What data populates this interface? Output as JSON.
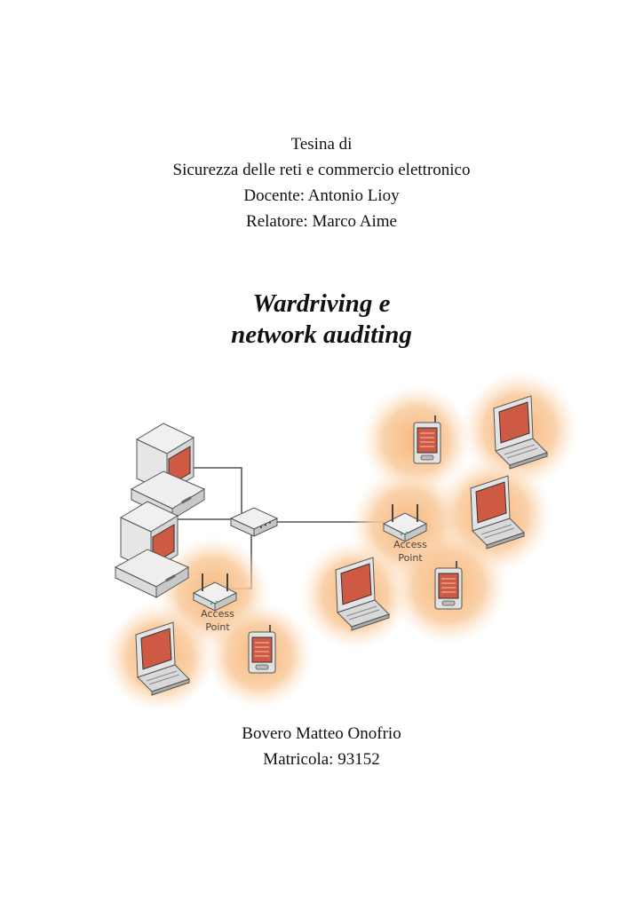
{
  "header": {
    "line1": "Tesina di",
    "course": "Sicurezza delle reti e commercio elettronico",
    "teacher_label": "Docente:",
    "teacher": "Antonio Lioy",
    "supervisor_label": "Relatore:",
    "supervisor": "Marco Aime"
  },
  "title": {
    "line1": "Wardriving e",
    "line2": "network auditing"
  },
  "diagram": {
    "access_point_label_line1": "Access",
    "access_point_label_line2": "Point",
    "colors": {
      "halo": "#f6b77c",
      "screen": "#cf5a44",
      "device_body": "#e4e4e4",
      "device_outline": "#555555",
      "cable": "#555555"
    },
    "icons": [
      "desktop-computer-icon",
      "network-switch-icon",
      "access-point-icon",
      "laptop-icon",
      "pda-icon"
    ]
  },
  "author": {
    "name": "Bovero Matteo Onofrio",
    "matricola_label": "Matricola:",
    "matricola": "93152"
  }
}
